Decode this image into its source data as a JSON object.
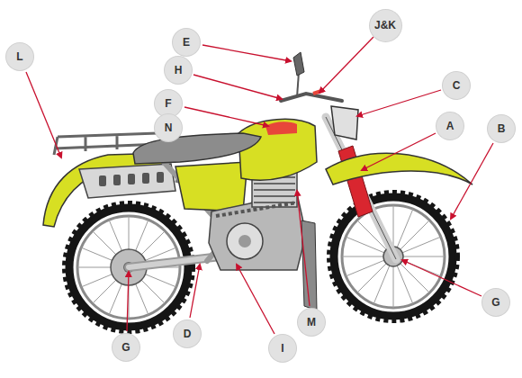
{
  "diagram": {
    "nodes": [
      {
        "text": [
          "J&K"
        ]
      },
      {
        "text": [
          "E"
        ]
      },
      {
        "text": [
          "L"
        ]
      },
      {
        "text": [
          "H"
        ]
      },
      {
        "text": [
          "C"
        ]
      },
      {
        "text": [
          "F"
        ]
      },
      {
        "text": [
          "A"
        ]
      },
      {
        "text": [
          "N"
        ]
      },
      {
        "text": [
          "B"
        ]
      },
      {
        "text": [
          "G"
        ]
      },
      {
        "text": [
          "M"
        ]
      },
      {
        "text": [
          "D"
        ]
      },
      {
        "text": [
          "G"
        ]
      },
      {
        "text": [
          "I"
        ]
      }
    ]
  }
}
